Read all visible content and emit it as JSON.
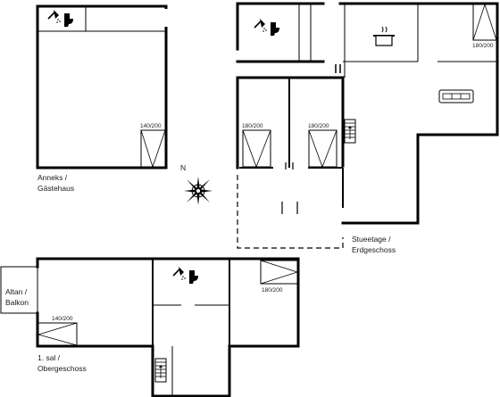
{
  "labels": {
    "annex_line1": "Anneks /",
    "annex_line2": "Gästehaus",
    "ground_line1": "Stueetage /",
    "ground_line2": "Erdgeschoss",
    "first_line1": "1. sal /",
    "first_line2": "Obergeschoss",
    "balcony_line1": "Altan /",
    "balcony_line2": "Balkon",
    "compass_north": "N"
  },
  "beds": {
    "annex_bed": "140/200",
    "ground_bed_a": "180/200",
    "ground_bed_b": "180/200",
    "ground_bed_c": "180/200",
    "first_bed_right": "180/200",
    "first_bed_left": "140/200"
  },
  "icons": [
    "toilet-shower-icon",
    "stove-pot-icon",
    "sofa-icon",
    "staircase-icon",
    "compass-rose-icon",
    "bed-icon"
  ]
}
